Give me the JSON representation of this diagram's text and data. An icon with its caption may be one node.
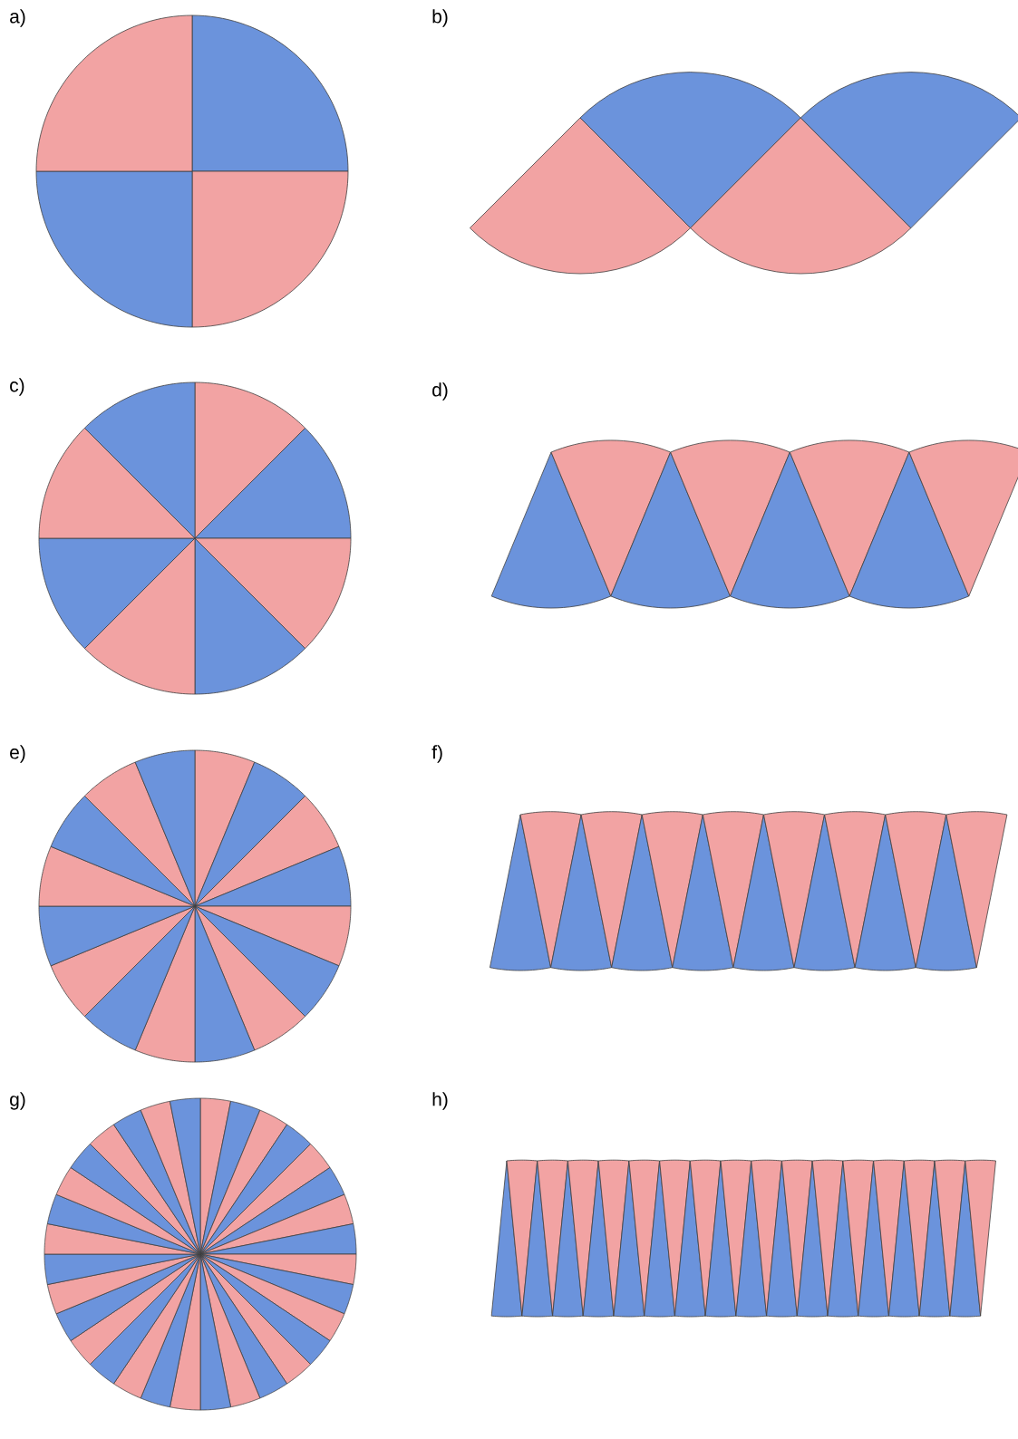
{
  "diagram": {
    "labels": [
      "a)",
      "b)",
      "c)",
      "d)",
      "e)",
      "f)",
      "g)",
      "h)"
    ]
  }
}
